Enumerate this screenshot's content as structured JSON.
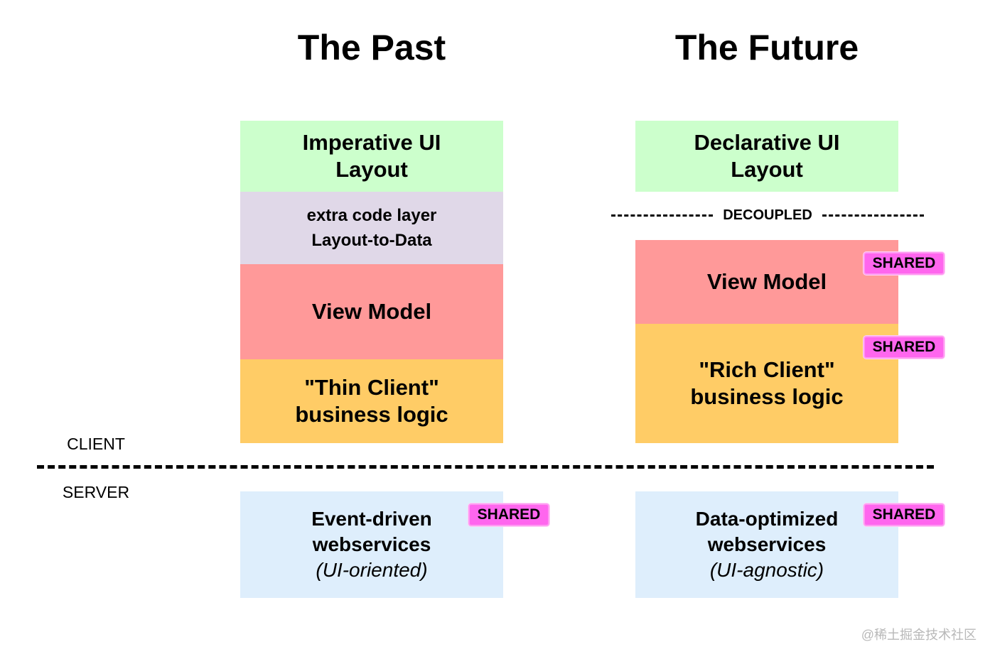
{
  "titles": {
    "past": "The Past",
    "future": "The Future"
  },
  "past": {
    "ui_layout": [
      "Imperative UI",
      "Layout"
    ],
    "extra_layer": [
      "extra code layer",
      "Layout-to-Data"
    ],
    "view_model": "View Model",
    "business_logic": [
      "\"Thin Client\"",
      "business logic"
    ],
    "webservices": [
      "Event-driven",
      "webservices",
      "(UI-oriented)"
    ],
    "webservices_badge": "SHARED"
  },
  "future": {
    "ui_layout": [
      "Declarative UI",
      "Layout"
    ],
    "decoupled": "DECOUPLED",
    "view_model": "View Model",
    "view_model_badge": "SHARED",
    "business_logic": [
      "\"Rich Client\"",
      "business logic"
    ],
    "business_logic_badge": "SHARED",
    "webservices": [
      "Data-optimized",
      "webservices",
      "(UI-agnostic)"
    ],
    "webservices_badge": "SHARED"
  },
  "tiers": {
    "client": "CLIENT",
    "server": "SERVER"
  },
  "watermark": "@稀土掘金技术社区",
  "colors": {
    "ui_layout": "#ccffcc",
    "extra_layer": "#e0d8e8",
    "view_model": "#ff9999",
    "business_logic": "#ffcc66",
    "webservices": "#deeefc",
    "badge": "#ff66ee"
  }
}
